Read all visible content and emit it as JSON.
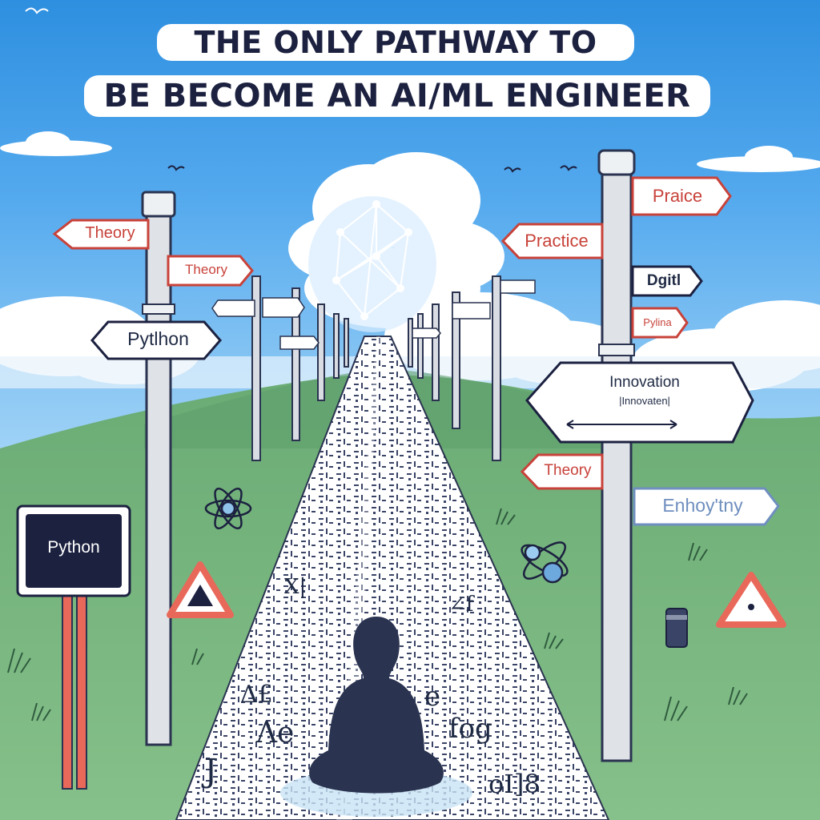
{
  "title": {
    "line1": "THE ONLY PATHWAY TO",
    "line2": "BE BECOME AN AI/ML ENGINEER"
  },
  "signs": {
    "theory_top_left": "Theory",
    "theory_mid_left": "Theory",
    "python_left": "Pytlhon",
    "praice": "Praice",
    "practice": "Practice",
    "dgitl": "Dgitl",
    "pyling": "Pylina",
    "innovation": "Innovation",
    "innovation_sub": "|Innovaten|",
    "theory_right": "Theory",
    "enhoytny": "Enhoy'tny",
    "python_board": "Python"
  },
  "colors": {
    "sky_top": "#2e8fe0",
    "sky_bottom": "#8fcaf4",
    "grass": "#79b77f",
    "sign_red": "#c8423a",
    "sign_navy": "#1c2140",
    "warning": "#e8685a"
  },
  "icons": [
    "bird-icon",
    "atom-icon",
    "warning-triangle-icon",
    "neural-network-icon",
    "meditating-person-icon"
  ]
}
